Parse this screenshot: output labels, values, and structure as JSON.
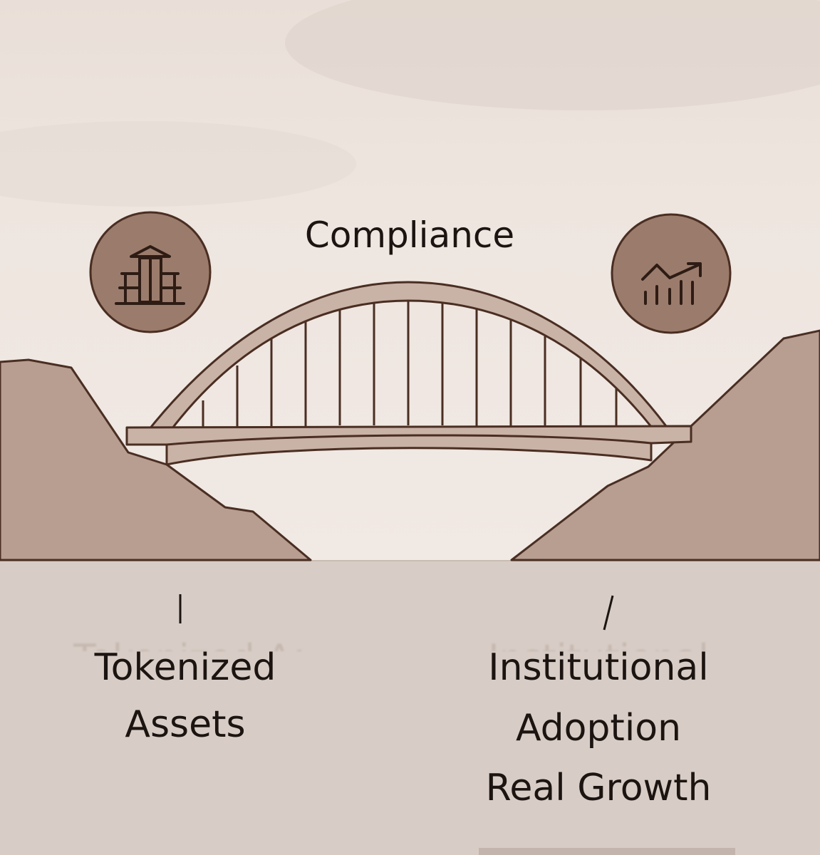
{
  "header": {
    "title": "Compliance"
  },
  "left": {
    "label": "Tokenized Assets",
    "icon": "bank-building-icon"
  },
  "right": {
    "label_line1": "Institutional",
    "label_line2": "Adoption",
    "label_line3": "Real Growth",
    "icon": "growth-chart-icon"
  },
  "colors": {
    "background": "#efe6e0",
    "ground": "#d8cdc6",
    "cliff": "#b79e91",
    "line": "#4a2e22",
    "icon_circle": "#9b7c6c"
  }
}
